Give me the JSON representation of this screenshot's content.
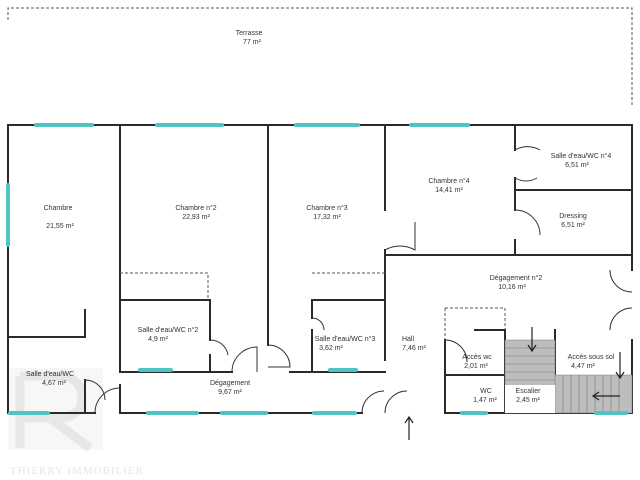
{
  "rooms": {
    "terrasse": {
      "name": "Terrasse",
      "area": "77 m²"
    },
    "chambre": {
      "name": "Chambre",
      "area": "21,55 m²"
    },
    "chambre2": {
      "name": "Chambre n°2",
      "area": "22,93 m²"
    },
    "chambre3": {
      "name": "Chambre n°3",
      "area": "17,32 m²"
    },
    "chambre4": {
      "name": "Chambre n°4",
      "area": "14,41 m²"
    },
    "sdb4": {
      "name": "Salle d'eau/WC n°4",
      "area": "6,51 m²"
    },
    "dressing": {
      "name": "Dressing",
      "area": "6,51 m²"
    },
    "degagement2": {
      "name": "Dégagement n°2",
      "area": "10,16 m²"
    },
    "sdb2": {
      "name": "Salle d'eau/WC n°2",
      "area": "4,9 m²"
    },
    "sdb3": {
      "name": "Salle d'eau/WC n°3",
      "area": "3,62 m²"
    },
    "hall": {
      "name": "Hall",
      "area": "7,46 m²"
    },
    "acceswc": {
      "name": "Accès wc",
      "area": "2,01 m²"
    },
    "accessoussol": {
      "name": "Accès sous sol",
      "area": "4,47 m²"
    },
    "sdbwc": {
      "name": "Salle d'eau/WC",
      "area": "4,67 m²"
    },
    "degagement": {
      "name": "Dégagement",
      "area": "9,67 m²"
    },
    "wc": {
      "name": "WC",
      "area": "1,47 m²"
    },
    "escalier": {
      "name": "Escalier",
      "area": "2,45 m²"
    }
  },
  "watermark": {
    "brand": "THIERRY IMMOBILIER"
  },
  "colors": {
    "window": "#4fc4c4",
    "wall": "#2b2b2b",
    "stair": "#bdbdbd"
  }
}
